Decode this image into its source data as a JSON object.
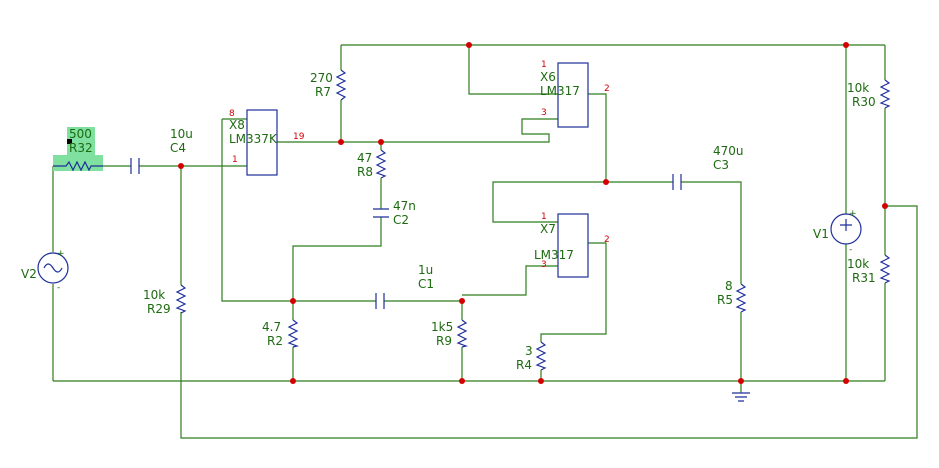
{
  "schematic": {
    "colors": {
      "wire": "#2e7d1e",
      "part": "#1f2f9a",
      "label": "#1d6b10",
      "pin": "#d40000",
      "selection": "#7fe0a0"
    },
    "components": {
      "R32": {
        "ref": "R32",
        "value": "500",
        "selected": true
      },
      "C4": {
        "ref": "C4",
        "value": "10u"
      },
      "X8": {
        "ref": "X8",
        "model": "LM337K",
        "pins": {
          "p8": "8",
          "p1": "1",
          "p19": "19"
        }
      },
      "R7": {
        "ref": "R7",
        "value": "270"
      },
      "R8": {
        "ref": "R8",
        "value": "47"
      },
      "C2": {
        "ref": "C2",
        "value": "47n"
      },
      "X6": {
        "ref": "X6",
        "model": "LM317",
        "pins": {
          "p1": "1",
          "p3": "3",
          "p2": "2"
        }
      },
      "X7": {
        "ref": "X7",
        "model": "LM317",
        "pins": {
          "p1": "1",
          "p3": "3",
          "p2": "2"
        }
      },
      "C3": {
        "ref": "C3",
        "value": "470u"
      },
      "C1": {
        "ref": "C1",
        "value": "1u"
      },
      "R29": {
        "ref": "R29",
        "value": "10k"
      },
      "R2": {
        "ref": "R2",
        "value": "4.7"
      },
      "R9": {
        "ref": "R9",
        "value": "1k5"
      },
      "R4": {
        "ref": "R4",
        "value": "3"
      },
      "R5": {
        "ref": "R5",
        "value": "8"
      },
      "R30": {
        "ref": "R30",
        "value": "10k"
      },
      "R31": {
        "ref": "R31",
        "value": "10k"
      },
      "V1": {
        "ref": "V1"
      },
      "V2": {
        "ref": "V2"
      }
    }
  }
}
